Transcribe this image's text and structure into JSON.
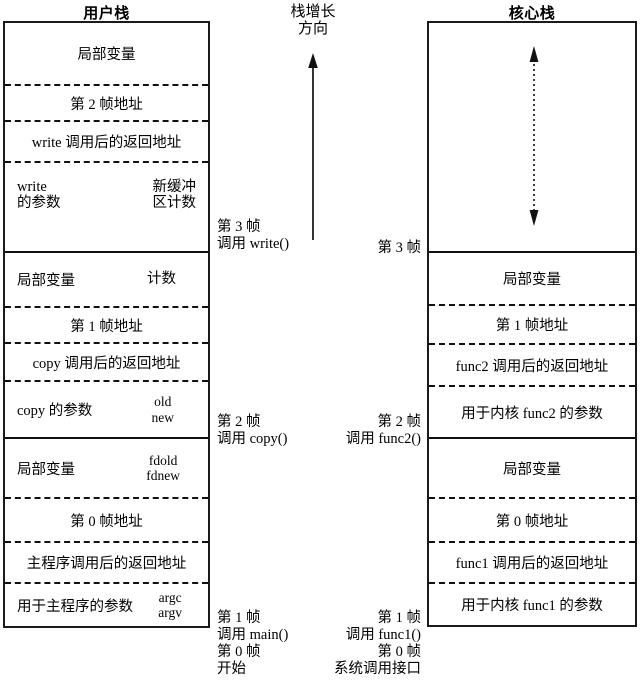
{
  "titles": {
    "user_stack": "用户栈",
    "kernel_stack": "核心栈"
  },
  "growth": {
    "line1": "栈增长",
    "line2": "方向",
    "arrow_icon": "up-arrow-icon",
    "direction": "up"
  },
  "kernel_arrow": {
    "icon": "double-headed-dashed-arrow-icon",
    "direction": "both"
  },
  "user_stack": {
    "cells": [
      {
        "label": "局部变量",
        "vars": [],
        "sep": "none"
      },
      {
        "label": "第 2 帧地址",
        "vars": [],
        "sep": "dash"
      },
      {
        "label": "write 调用后的返回地址",
        "vars": [],
        "sep": "dash"
      },
      {
        "label": "write\n的参数",
        "lead1": "write",
        "lead2": "的参数",
        "vars": [
          "新缓冲",
          "区计数"
        ],
        "sep": "dash"
      },
      {
        "label": "局部变量",
        "vars": [
          "计数"
        ],
        "sep": "solid"
      },
      {
        "label": "第 1 帧地址",
        "vars": [],
        "sep": "dash"
      },
      {
        "label": "copy 调用后的返回地址",
        "vars": [],
        "sep": "dash"
      },
      {
        "label": "copy 的参数",
        "vars": [
          "old",
          "new"
        ],
        "sep": "dash"
      },
      {
        "label": "局部变量",
        "vars": [
          "fdold",
          "fdnew"
        ],
        "sep": "solid"
      },
      {
        "label": "第 0 帧地址",
        "vars": [],
        "sep": "dash"
      },
      {
        "label": "主程序调用后的返回地址",
        "vars": [],
        "sep": "dash"
      },
      {
        "label": "用于主程序的参数",
        "vars": [
          "argc",
          "argv"
        ],
        "sep": "dash"
      }
    ]
  },
  "kernel_stack": {
    "cells": [
      {
        "label": "",
        "vars": [],
        "sep": "none"
      },
      {
        "label": "局部变量",
        "vars": [],
        "sep": "solid"
      },
      {
        "label": "第 1 帧地址",
        "vars": [],
        "sep": "dash"
      },
      {
        "label": "func2 调用后的返回地址",
        "vars": [],
        "sep": "dash"
      },
      {
        "label": "用于内核 func2 的参数",
        "vars": [],
        "sep": "dash"
      },
      {
        "label": "局部变量",
        "vars": [],
        "sep": "solid"
      },
      {
        "label": "第 0 帧地址",
        "vars": [],
        "sep": "dash"
      },
      {
        "label": "func1 调用后的返回地址",
        "vars": [],
        "sep": "dash"
      },
      {
        "label": "用于内核 func1 的参数",
        "vars": [],
        "sep": "dash"
      }
    ]
  },
  "user_notes": [
    {
      "lines": [
        "第 3 帧",
        "调用 write()"
      ]
    },
    {
      "lines": [
        "第 2 帧",
        "调用 copy()"
      ]
    },
    {
      "lines": [
        "第 1 帧",
        "调用 main()",
        "第 0 帧",
        "开始"
      ]
    }
  ],
  "kernel_notes": [
    {
      "lines": [
        "第 3 帧"
      ]
    },
    {
      "lines": [
        "第 2 帧",
        "调用 func2()"
      ]
    },
    {
      "lines": [
        "第 1 帧",
        "调用 func1()",
        "第 0 帧",
        "系统调用接口"
      ]
    }
  ],
  "colors": {
    "ink": "#000000",
    "border": "#1a1a1a",
    "background": "#ffffff"
  }
}
